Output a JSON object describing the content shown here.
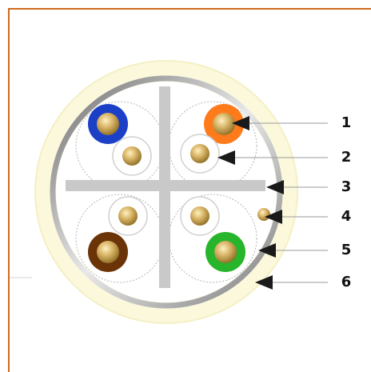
{
  "diagram": {
    "callouts": [
      "1",
      "2",
      "3",
      "4",
      "5",
      "6"
    ]
  },
  "colors": {
    "frame": "#d2691e",
    "jacket": "#fbf8dc",
    "shield": "#9a9a9a",
    "separator": "#c9c9c9",
    "conductor": "#c9a24e",
    "pair_colors": {
      "blue": "#1c3fc7",
      "orange": "#ff7a1a",
      "brown": "#6b3408",
      "green": "#27b52b",
      "white": "#ffffff"
    },
    "arrow": "#1a1a1a"
  },
  "icons": [
    "cable-cross-section",
    "callout-arrow"
  ]
}
